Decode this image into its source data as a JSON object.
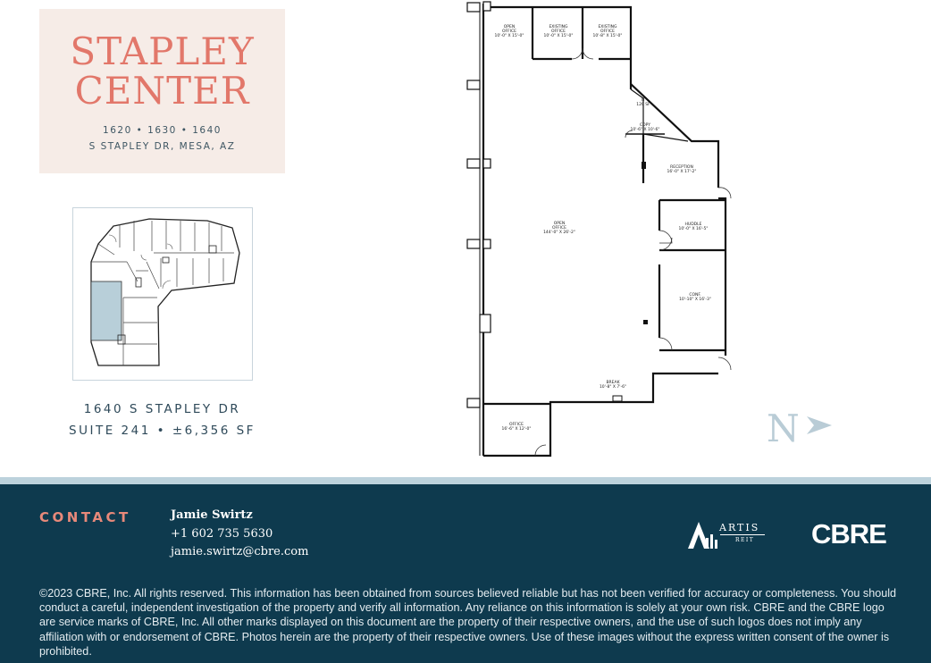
{
  "header": {
    "title_line1": "STAPLEY",
    "title_line2": "CENTER",
    "building_numbers": "1620 • 1630 • 1640",
    "street": "S STAPLEY DR, MESA, AZ"
  },
  "suite": {
    "address": "1640 S STAPLEY DR",
    "size": "SUITE 241 • ±6,356 SF"
  },
  "floorplan": {
    "rooms": [
      {
        "name": "OPEN\nOFFICE",
        "dims": "10'-0\" X 15'-0\""
      },
      {
        "name": "EXISTING\nOFFICE",
        "dims": "10'-0\" X 15'-0\""
      },
      {
        "name": "EXISTING\nOFFICE",
        "dims": "10'-8\" X 15'-0\""
      },
      {
        "name": "IT",
        "dims": "120 SF"
      },
      {
        "name": "COPY",
        "dims": "10'-6\" X 10'-6\""
      },
      {
        "name": "RECEPTION",
        "dims": "16'-0\" X 17'-2\""
      },
      {
        "name": "OPEN\nOFFICE",
        "dims": "144'-0\" X 26'-2\""
      },
      {
        "name": "HUDDLE",
        "dims": "10'-0\" X 16'-5\""
      },
      {
        "name": "CONF.",
        "dims": "10'-10\" X 16'-3\""
      },
      {
        "name": "BREAK",
        "dims": "10'-8\" X 7'-6\""
      },
      {
        "name": "OFFICE",
        "dims": "16'-6\" X 12'-0\""
      }
    ],
    "north_label": "N"
  },
  "footer": {
    "contact_heading": "CONTACT",
    "contact_name": "Jamie Swirtz",
    "contact_phone": "+1 602 735 5630",
    "contact_email": "jamie.swirtz@cbre.com",
    "logo_artis": "ARTIS",
    "logo_artis_sub": "REIT",
    "logo_cbre": "CBRE",
    "disclaimer": "©2023 CBRE, Inc. All rights reserved. This information has been obtained from sources believed reliable but has not been verified for accuracy or completeness. You should conduct a careful, independent investigation of the property and verify all information. Any reliance on this information is solely at your own risk. CBRE and the CBRE logo are service marks of CBRE, Inc. All other marks displayed on this document are the property of their respective owners, and the use of such logos does not imply any affiliation with or endorsement of CBRE. Photos herein are the property of their respective owners. Use of these images without the express written consent of the owner is prohibited."
  },
  "colors": {
    "title": "#e2776a",
    "footer_bg": "#0e3a4e",
    "accent": "#e8897a",
    "highlight_suite": "#b8cfd9"
  }
}
